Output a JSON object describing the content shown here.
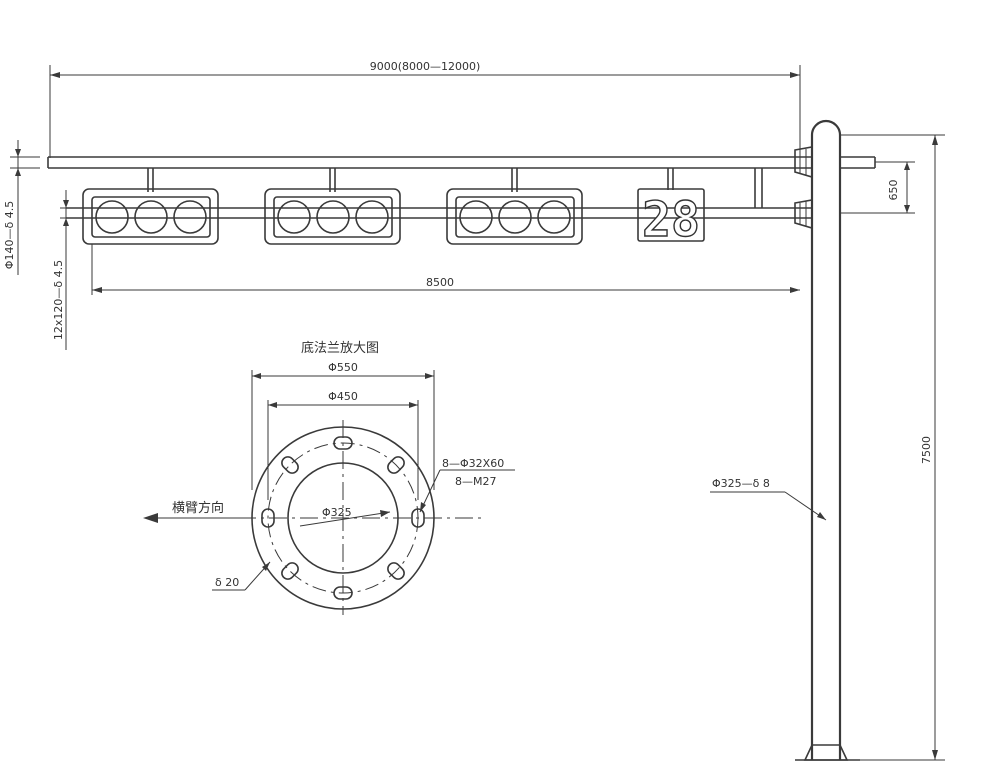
{
  "dimensions": {
    "overall_arm_length": "9000(8000—12000)",
    "signal_span": "8500",
    "arm_offset": "650",
    "pole_height": "7500",
    "main_arm_spec": "Φ140—δ 4.5",
    "secondary_arm_spec": "12x120—δ 4.5",
    "pole_spec": "Φ325—δ 8"
  },
  "countdown": {
    "digits": "28"
  },
  "flange": {
    "title": "底法兰放大图",
    "outer_diameter": "Φ550",
    "bolt_circle": "Φ450",
    "inner_diameter": "Φ325",
    "slot_spec": "8—Φ32X60",
    "bolt_spec": "8—M27",
    "thickness": "δ 20",
    "arm_direction": "横臂方向"
  },
  "colors": {
    "line": "#3a3a3a",
    "text": "#333333",
    "background": "#ffffff"
  }
}
